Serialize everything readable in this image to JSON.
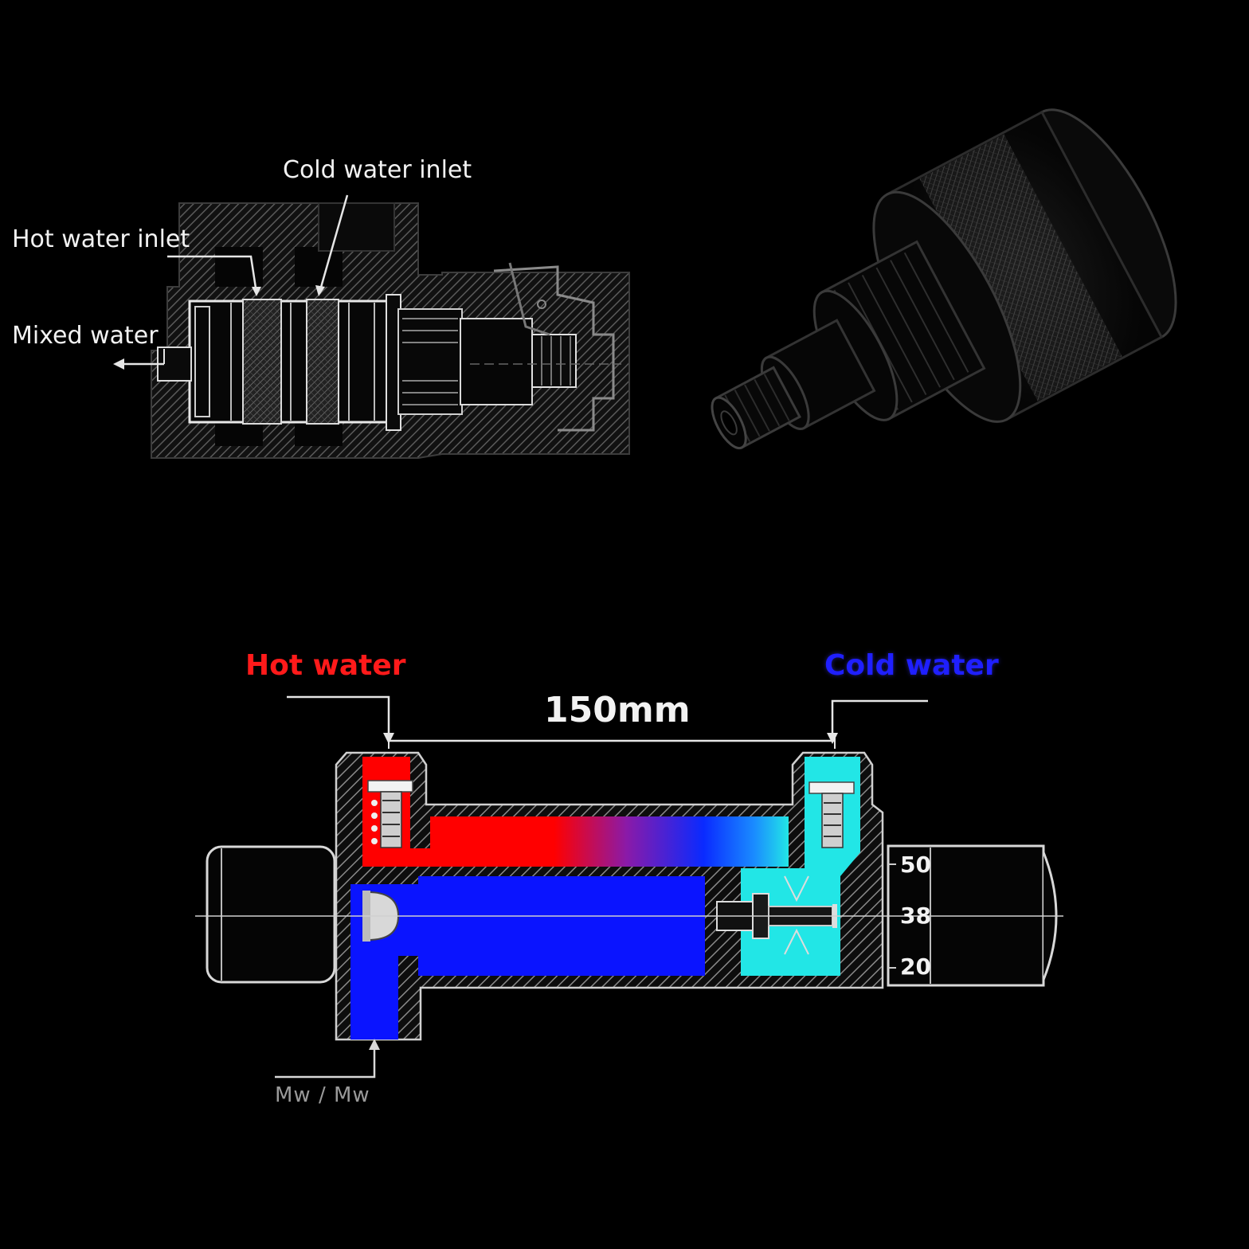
{
  "top_section": {
    "cold_inlet_label": "Cold water inlet",
    "hot_inlet_label": "Hot water inlet",
    "mixed_label": "Mixed water"
  },
  "bottom_section": {
    "hot_title": "Hot water",
    "cold_title": "Cold water",
    "dimension": "150mm",
    "scale": [
      "50",
      "38",
      "20"
    ],
    "outlet_label": "Mw / Mw"
  },
  "colors": {
    "background": "#000000",
    "hot": "#ff0000",
    "cold": "#0000ff",
    "cold_light": "#22e6e6",
    "line": "#e6e6e6"
  }
}
